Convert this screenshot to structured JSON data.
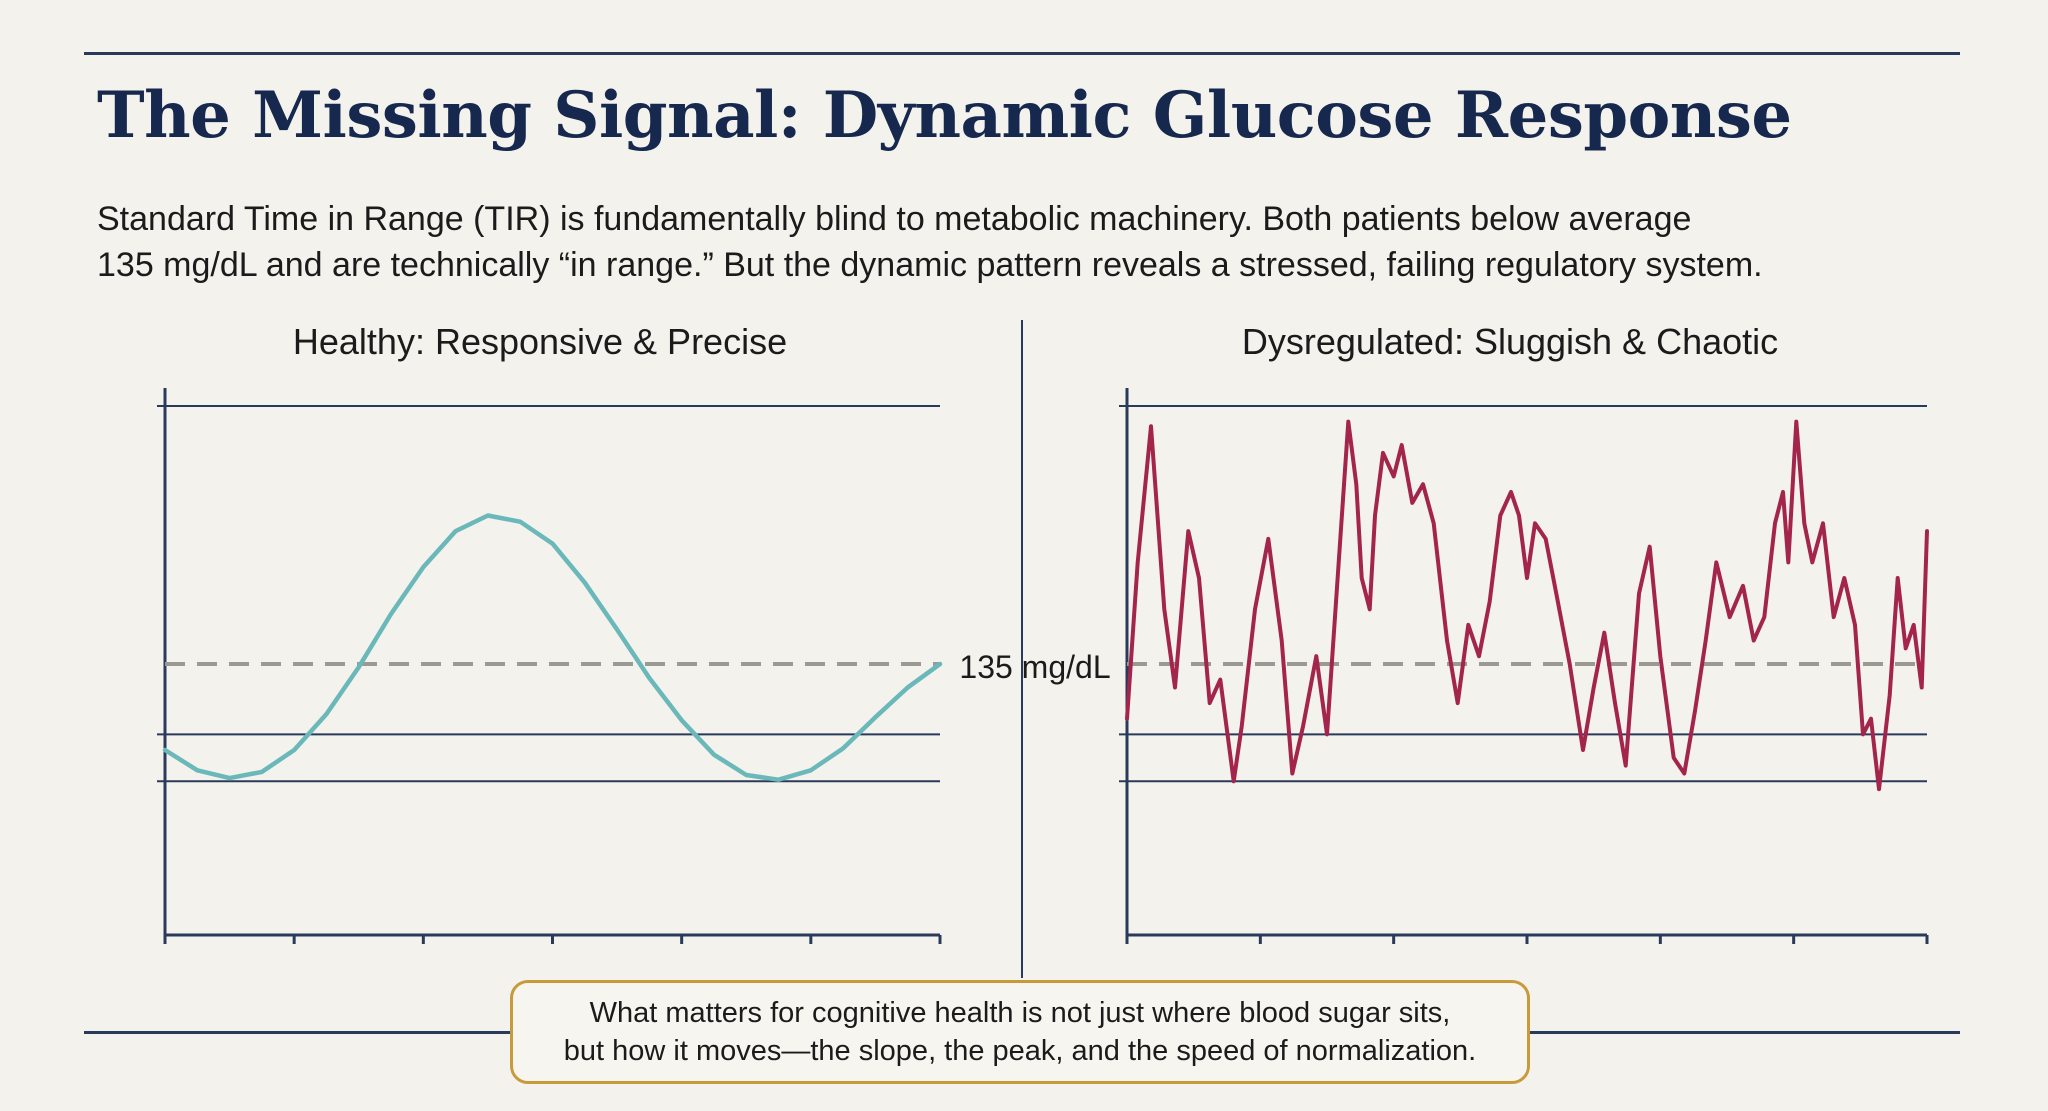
{
  "title": "The Missing Signal: Dynamic Glucose Response",
  "subtitle": {
    "line1": "Standard Time in Range (TIR) is fundamentally blind to metabolic machinery. Both patients below average",
    "line2": "135 mg/dL and are technically “in range.” But the dynamic pattern reveals a stressed, failing regulatory system."
  },
  "callout": {
    "line1": "What matters for cognitive health is not just where blood sugar sits,",
    "line2": "but how it moves—the slope, the peak, and the speed of normalization."
  },
  "colors": {
    "healthy": "#6bb8bb",
    "dysregulated": "#a3254c",
    "reference": "#9a9a92",
    "gridline": "#2a3a5a",
    "callout_border": "#c99a3a"
  },
  "chart_data": [
    {
      "type": "line",
      "title": "Healthy: Responsive & Precise",
      "xlabel": "",
      "ylabel": "",
      "xlim": [
        0,
        6
      ],
      "ylim": [
        40,
        300
      ],
      "grid": true,
      "reference_line": {
        "value": 135,
        "label": "135 mg/dL"
      },
      "series": [
        {
          "x": [
            0,
            0.25,
            0.5,
            0.75,
            1,
            1.25,
            1.5,
            1.75,
            2,
            2.25,
            2.5,
            2.75,
            3,
            3.25,
            3.5,
            3.75,
            4,
            4.25,
            4.5,
            4.75,
            5,
            5.25,
            5.5,
            5.75,
            6
          ],
          "values": [
            80,
            67,
            62,
            66,
            80,
            103,
            133,
            167,
            197,
            220,
            230,
            226,
            212,
            187,
            157,
            126,
            99,
            77,
            64,
            61,
            67,
            81,
            101,
            120,
            135
          ]
        }
      ]
    },
    {
      "type": "line",
      "title": "Dysregulated: Sluggish & Chaotic",
      "xlabel": "",
      "ylabel": "",
      "xlim": [
        0,
        6
      ],
      "ylim": [
        40,
        300
      ],
      "grid": true,
      "reference_line": {
        "value": 135,
        "label": "135 mg/dL"
      },
      "series": [
        {
          "x": [
            0,
            0.08,
            0.18,
            0.28,
            0.36,
            0.46,
            0.54,
            0.62,
            0.7,
            0.8,
            0.86,
            0.96,
            1.06,
            1.16,
            1.24,
            1.32,
            1.42,
            1.5,
            1.6,
            1.66,
            1.72,
            1.76,
            1.82,
            1.86,
            1.92,
            2.0,
            2.06,
            2.14,
            2.22,
            2.3,
            2.4,
            2.48,
            2.56,
            2.64,
            2.72,
            2.8,
            2.88,
            2.94,
            3.0,
            3.06,
            3.14,
            3.22,
            3.32,
            3.42,
            3.5,
            3.58,
            3.66,
            3.74,
            3.84,
            3.92,
            4.0,
            4.1,
            4.18,
            4.26,
            4.34,
            4.42,
            4.52,
            4.62,
            4.7,
            4.78,
            4.86,
            4.92,
            4.96,
            5.02,
            5.08,
            5.14,
            5.22,
            5.3,
            5.38,
            5.46,
            5.52,
            5.58,
            5.64,
            5.72,
            5.78,
            5.84,
            5.9,
            5.96,
            6.0
          ],
          "values": [
            100,
            200,
            287,
            170,
            120,
            220,
            190,
            110,
            125,
            60,
            95,
            170,
            215,
            150,
            65,
            95,
            140,
            90,
            215,
            290,
            250,
            190,
            170,
            230,
            270,
            255,
            275,
            238,
            250,
            225,
            150,
            110,
            160,
            140,
            175,
            230,
            245,
            230,
            190,
            225,
            215,
            180,
            135,
            80,
            120,
            155,
            110,
            70,
            180,
            210,
            140,
            75,
            65,
            105,
            150,
            200,
            165,
            185,
            150,
            165,
            225,
            245,
            200,
            290,
            225,
            200,
            225,
            165,
            190,
            160,
            90,
            100,
            55,
            115,
            190,
            145,
            160,
            120,
            220
          ]
        }
      ]
    }
  ]
}
